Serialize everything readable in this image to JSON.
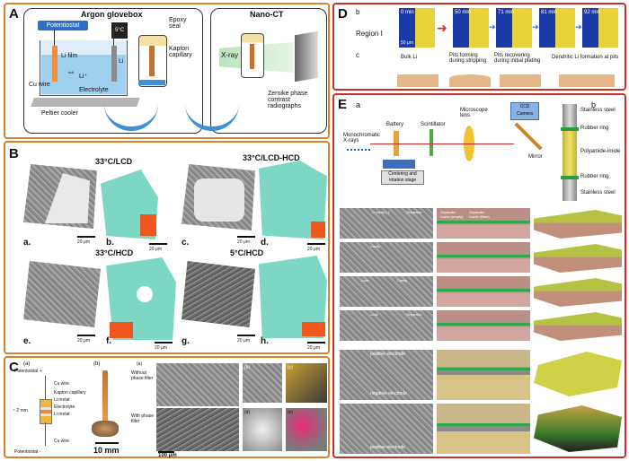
{
  "panels": {
    "A": {
      "letter": "A",
      "argon_title": "Argon glovebox",
      "nanoct_title": "Nano-CT",
      "potentiostat": "Potentiostat",
      "temp": "5°C",
      "li_film": "Li film",
      "cu_wire": "Cu wire",
      "li_ion": "Li⁺",
      "li": "Li",
      "electrolyte": "Electrolyte",
      "peltier": "Peltier cooler",
      "epoxy": "Epoxy\nseal",
      "kapton": "Kapton\ncapillary",
      "xray": "X-ray",
      "zernike": "Zernike phase\ncontrast\nradiographs"
    },
    "B": {
      "letter": "B",
      "titles": [
        "33°C/LCD",
        "33°C/LCD-HCD",
        "33°C/HCD",
        "5°C/HCD"
      ],
      "sublabels": [
        "a.",
        "b.",
        "c.",
        "d.",
        "e.",
        "f.",
        "g.",
        "h."
      ],
      "scale": "20 μm"
    },
    "C": {
      "letter": "C",
      "sub_a": "(a)",
      "sub_b": "(b)",
      "labels": [
        "Potentiostat +",
        "Cu wire",
        "Kapton capillary",
        "Li metal",
        "Electrolyte",
        "Li metal",
        "Cu wire",
        "Potentiostat -"
      ],
      "size": "~ 2 mm",
      "scale_10mm": "10 mm",
      "without_filter": "Without phase filter",
      "with_filter": "With phase filter",
      "scale_100um": "100 μm",
      "small_tags": [
        "(a)",
        "(b)",
        "(c)",
        "(d)",
        "(e)"
      ]
    },
    "D": {
      "letter": "D",
      "sub_b": "b",
      "sub_c": "c",
      "region": "Region I",
      "times": [
        "0 min",
        "50 min",
        "71 min",
        "81 min",
        "92 min"
      ],
      "scale": "50 μm",
      "captions": [
        "Bulk Li",
        "Pits forming\nduring stripping",
        "Pits recovering\nduring initial plating",
        "Dendritic Li formation at pits"
      ]
    },
    "E": {
      "letter": "E",
      "sub_a": "a",
      "sub_b": "b",
      "mono": "Monochromatic\nX-rays",
      "battery": "Battery",
      "scintillator": "Scintillator",
      "microscope": "Microscope\nlens",
      "ccd": "CCD\nCamera",
      "mirror": "Mirror",
      "stage": "Centering and\nrotation stage",
      "cell_labels": [
        "Stainless steel",
        "Rubber ring",
        "Polyamide-imide",
        "Rubber ring",
        "Stainless steel"
      ],
      "tags": [
        "Li metal (-)",
        "Separator",
        "Cavity",
        "Lock",
        "Cavity",
        "Lock",
        "Separator",
        "positive electrode",
        "negative electrode",
        "positive electrode"
      ],
      "leg": [
        "Separator",
        "Separator",
        "Inside (empty)",
        "Inside (filled)"
      ]
    }
  }
}
